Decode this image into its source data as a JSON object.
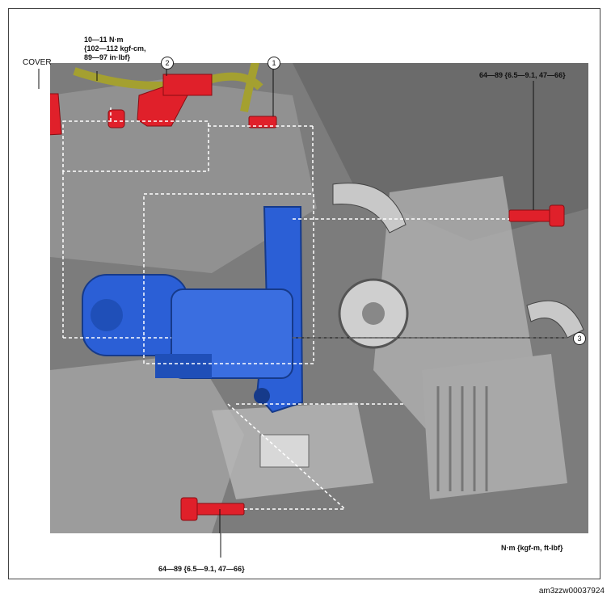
{
  "labels": {
    "cover": "COVER",
    "torque_top_left_1": "10—11 N·m",
    "torque_top_left_2": "{102—112 kgf-cm,",
    "torque_top_left_3": "89—97 in·lbf}",
    "torque_top_right": "64—89 {6.5—9.1, 47—66}",
    "torque_bottom": "64—89 {6.5—9.1, 47—66}",
    "units": "N·m {kgf-m, ft-lbf}",
    "figure_code": "am3zzw00037924"
  },
  "callouts": [
    "1",
    "2",
    "3"
  ],
  "colors": {
    "starter": "#2b5fd6",
    "bolt": "#e0202a",
    "harness": "#a4a030",
    "engine": "#7a7a7a"
  }
}
